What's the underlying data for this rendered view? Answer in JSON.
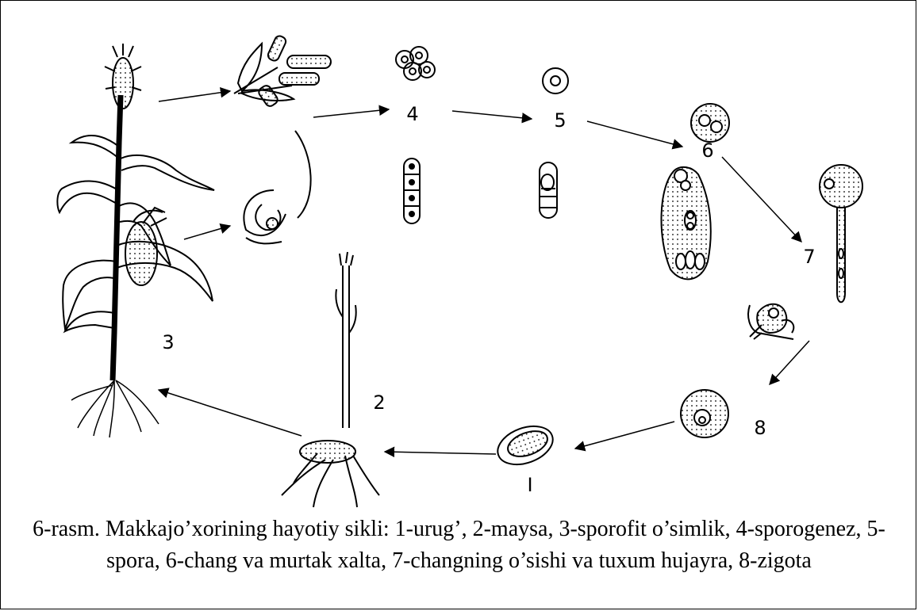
{
  "figure": {
    "stage_labels": [
      "I",
      "2",
      "3",
      "4",
      "5",
      "6",
      "7",
      "8"
    ]
  },
  "caption": {
    "text": "6-rasm. Makkajo’xorining hayotiy sikli: 1-urug’, 2-maysa, 3-sporofit o’simlik, 4-sporogenez, 5-spora, 6-chang va murtak xalta, 7-changning o’sishi va tuxum hujayra, 8-zigota"
  },
  "colors": {
    "ink": "#000000",
    "background": "#ffffff",
    "border": "#000000"
  }
}
